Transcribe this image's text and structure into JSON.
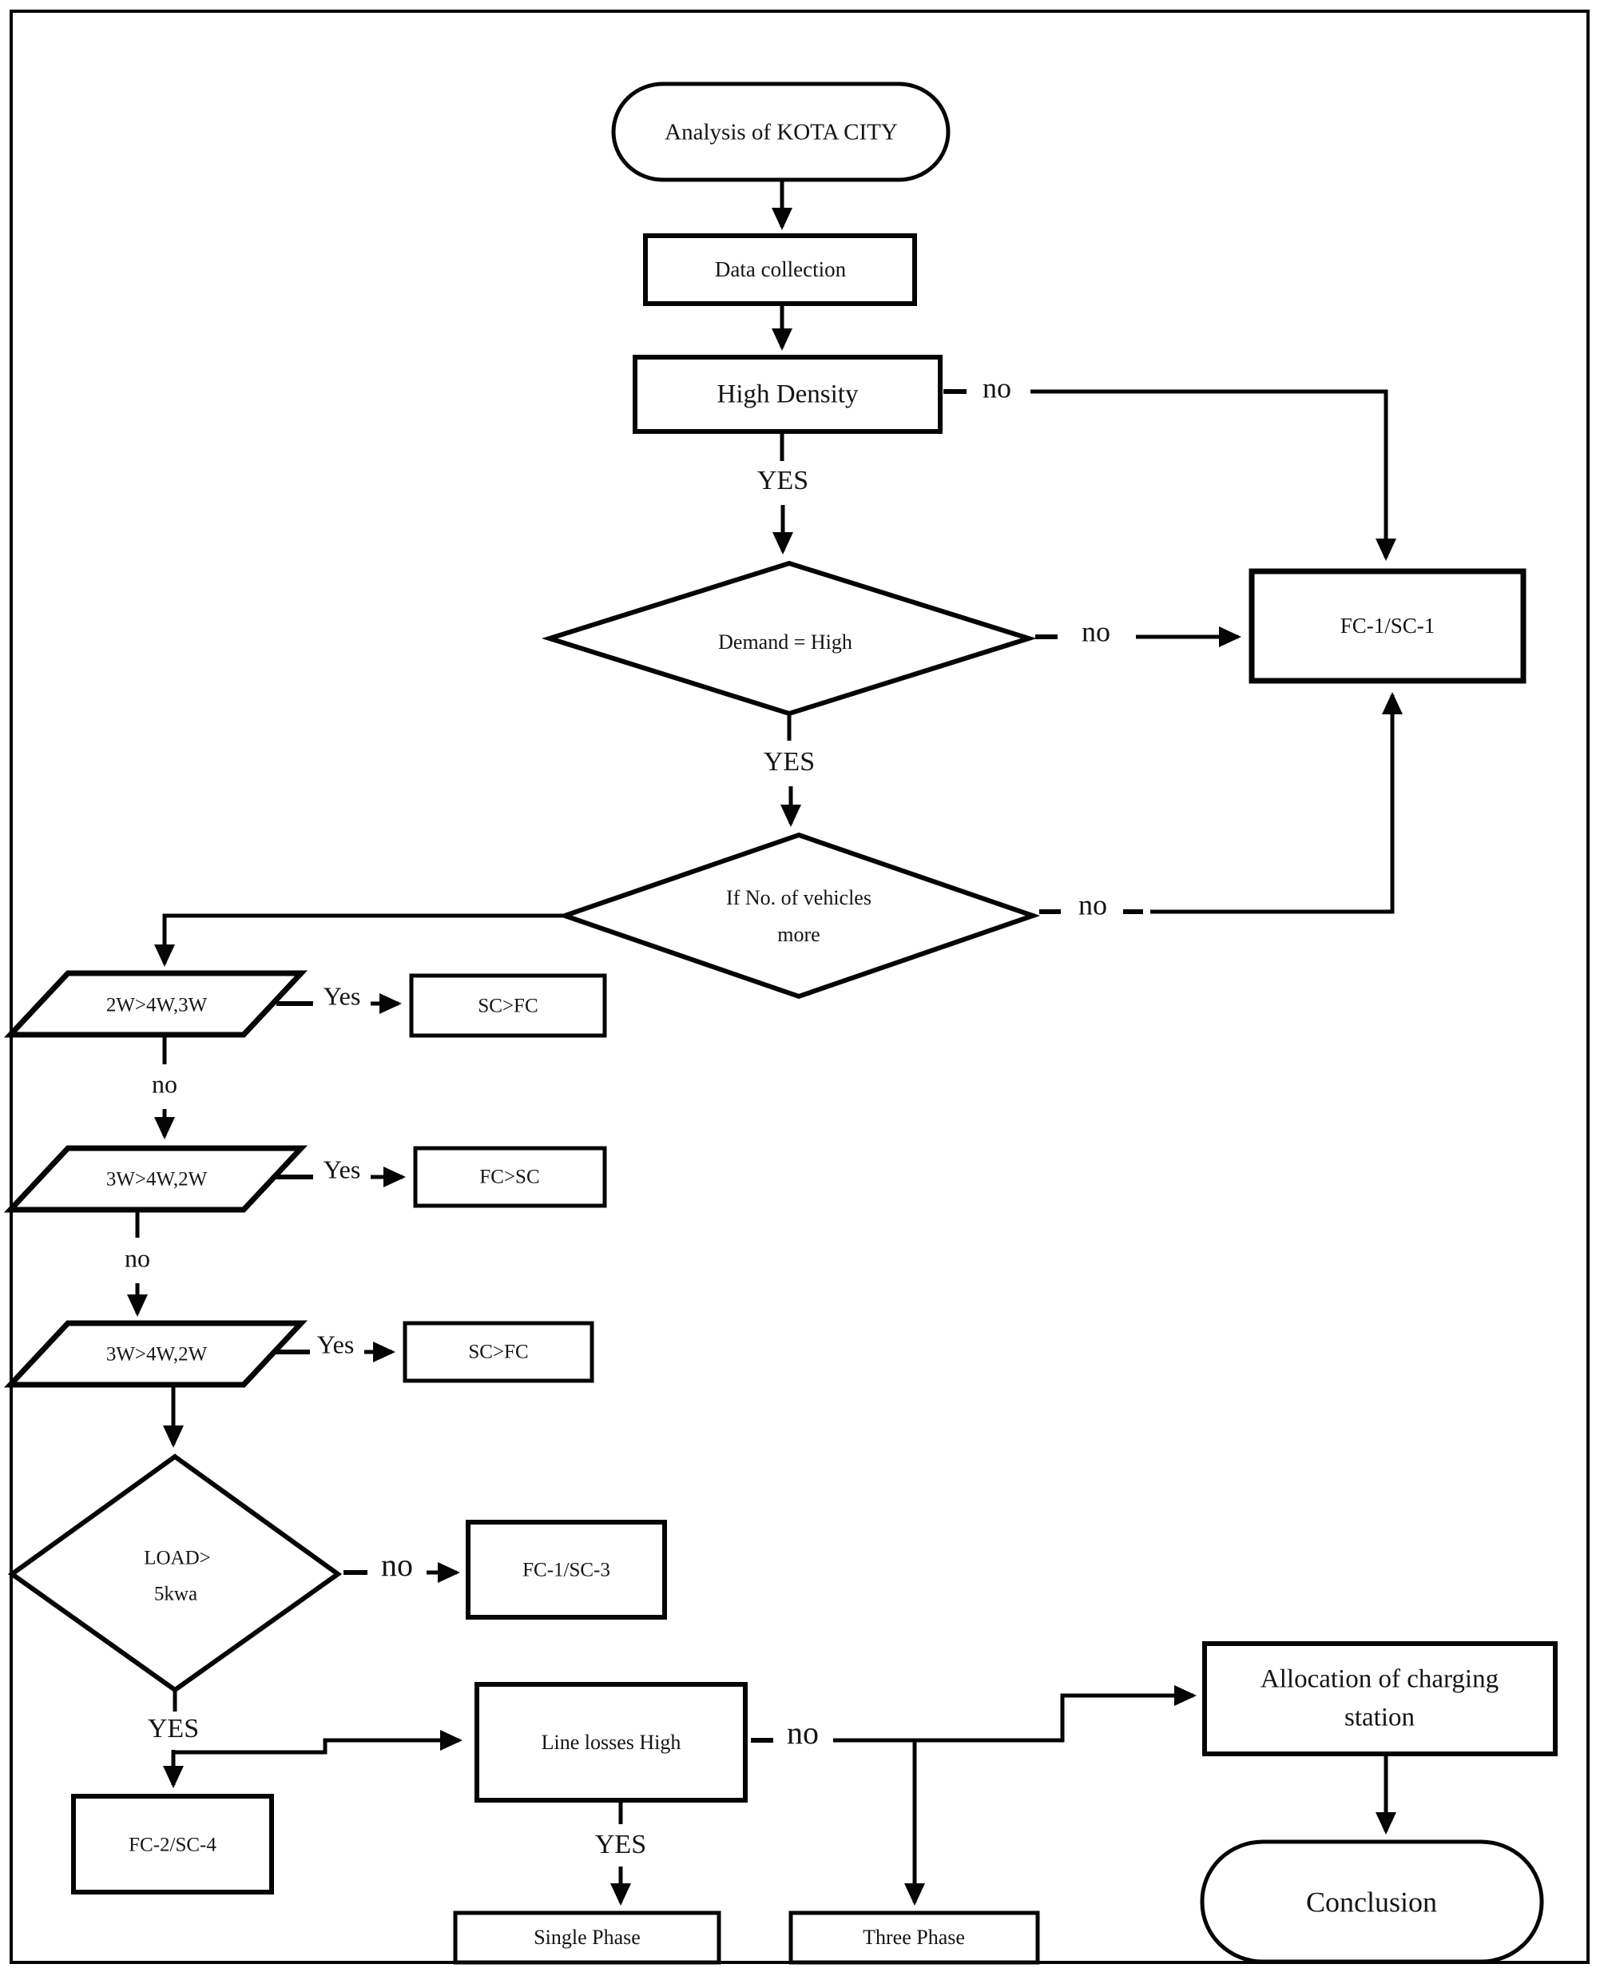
{
  "figure": {
    "background_color": "#ffffff",
    "ink_color": "#050505"
  },
  "nodes": {
    "start": {
      "label": "Analysis of KOTA CITY"
    },
    "data_collection": {
      "label": "Data collection"
    },
    "high_density": {
      "label": "High Density"
    },
    "demand_high": {
      "label": "Demand = High"
    },
    "fc1_sc1": {
      "label": "FC-1/SC-1"
    },
    "vehicles_more": {
      "line1": "If No. of vehicles",
      "line2": "more"
    },
    "two_w_gt": {
      "label": "2W>4W,3W"
    },
    "sc_fc_a": {
      "label": "SC>FC"
    },
    "three_w_gt_a": {
      "label": "3W>4W,2W"
    },
    "fc_sc": {
      "label": "FC>SC"
    },
    "three_w_gt_b": {
      "label": "3W>4W,2W"
    },
    "sc_fc_b": {
      "label": "SC>FC"
    },
    "load_5kwa": {
      "line1": "LOAD>",
      "line2": "5kwa"
    },
    "fc1_sc3": {
      "label": "FC-1/SC-3"
    },
    "fc2_sc4": {
      "label": "FC-2/SC-4"
    },
    "line_losses": {
      "label": "Line losses High"
    },
    "allocation": {
      "line1": "Allocation of charging",
      "line2": "station"
    },
    "single_phase": {
      "label": "Single Phase"
    },
    "three_phase": {
      "label": "Three Phase"
    },
    "conclusion": {
      "label": "Conclusion"
    }
  },
  "edge_labels": {
    "no_high_density": "no",
    "yes_high_density": "YES",
    "no_demand": "no",
    "yes_demand": "YES",
    "no_vehicles": "no",
    "yes_two_w": "Yes",
    "no_two_w": "no",
    "yes_three_w_a": "Yes",
    "no_three_w_a": "no",
    "yes_three_w_b": "Yes",
    "no_load": "no",
    "yes_load": "YES",
    "no_line_losses": "no",
    "yes_line_losses": "YES"
  }
}
